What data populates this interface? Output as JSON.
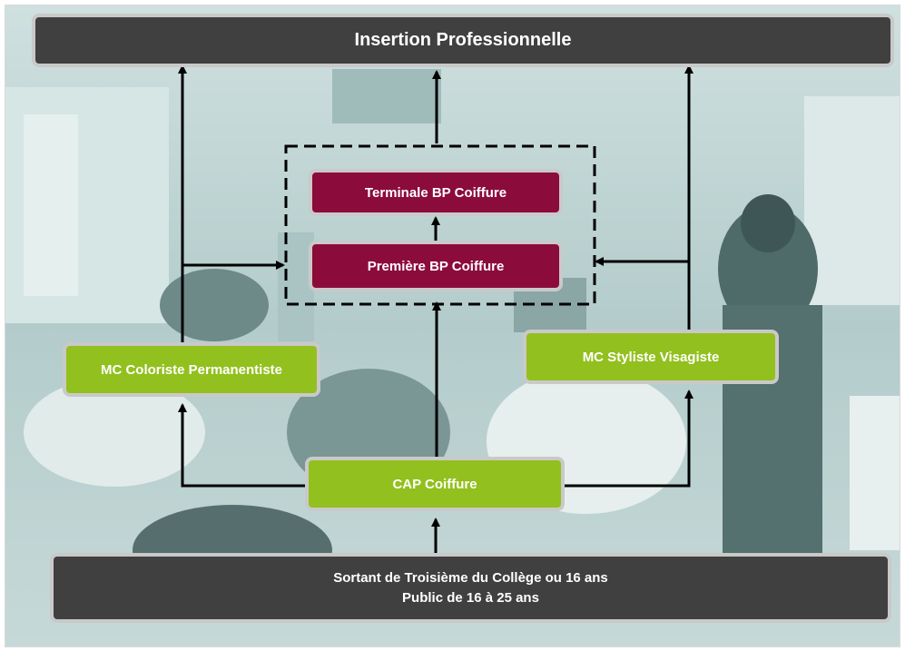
{
  "title": "Insertion Professionnelle",
  "nodes": {
    "terminale": "Terminale BP Coiffure",
    "premiere": "Première BP Coiffure",
    "mc_coloriste": "MC Coloriste Permanentiste",
    "mc_styliste": "MC Styliste Visagiste",
    "cap": "CAP Coiffure"
  },
  "entry": {
    "line1": "Sortant de Troisième du Collège ou 16 ans",
    "line2": "Public de 16 à 25 ans"
  },
  "colors": {
    "dark_box": "#404040",
    "bp_box": "#8b0c3b",
    "mc_box": "#92c01e",
    "box_border": "#c9c9c9",
    "connector": "#000000",
    "background_tint": "#bcd3d3"
  }
}
